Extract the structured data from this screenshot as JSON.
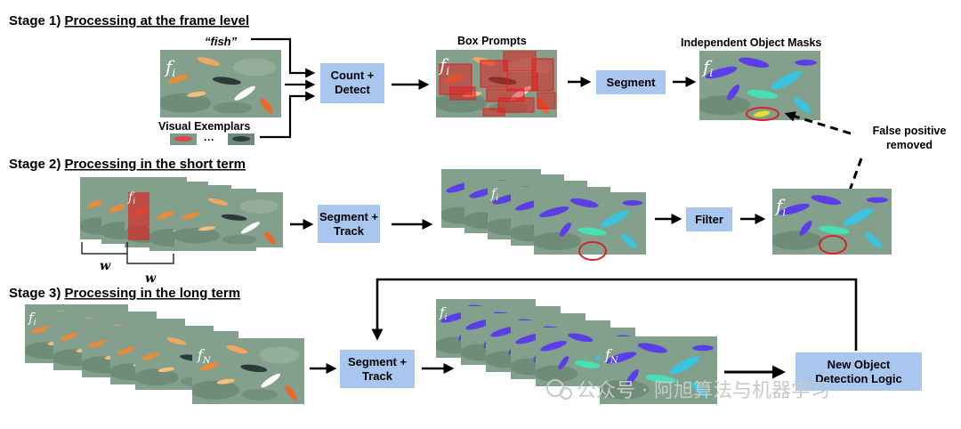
{
  "stages": {
    "s1": {
      "prefix": "Stage 1) ",
      "title": "Processing at the frame level"
    },
    "s2": {
      "prefix": "Stage 2) ",
      "title": "Processing in the short term"
    },
    "s3": {
      "prefix": "Stage 3) ",
      "title": "Processing in the long term"
    }
  },
  "labels": {
    "text_prompt": "“fish”",
    "visual_exemplars": "Visual Exemplars",
    "ellipsis": "···",
    "box_prompts": "Box Prompts",
    "independent_masks": "Independent Object Masks",
    "fp_line1": "False positive",
    "fp_line2": "removed",
    "w1": "w",
    "w2": "w",
    "frame_i": "i",
    "frame_N": "N",
    "f": "f"
  },
  "boxes": {
    "count_detect_1": "Count +",
    "count_detect_2": "Detect",
    "segment": "Segment",
    "segment_track_1": "Segment +",
    "segment_track_2": "Track",
    "filter": "Filter",
    "segment_track3_1": "Segment +",
    "segment_track3_2": "Track",
    "new_object_1": "New Object",
    "new_object_2": "Detection Logic"
  },
  "watermark": "公众号 · 阿旭算法与机器学习",
  "colors": {
    "process_box": "#a9c6ef",
    "pond": "#7f9c86",
    "pond_dark": "#5f7d6a",
    "koi_orange": "#e98b3b",
    "mask_purple": "#5c3ee8",
    "mask_cyan": "#3ac4e0",
    "mask_teal": "#46e0b4",
    "red_box": "#e02020",
    "circle_red": "#d8222a"
  }
}
